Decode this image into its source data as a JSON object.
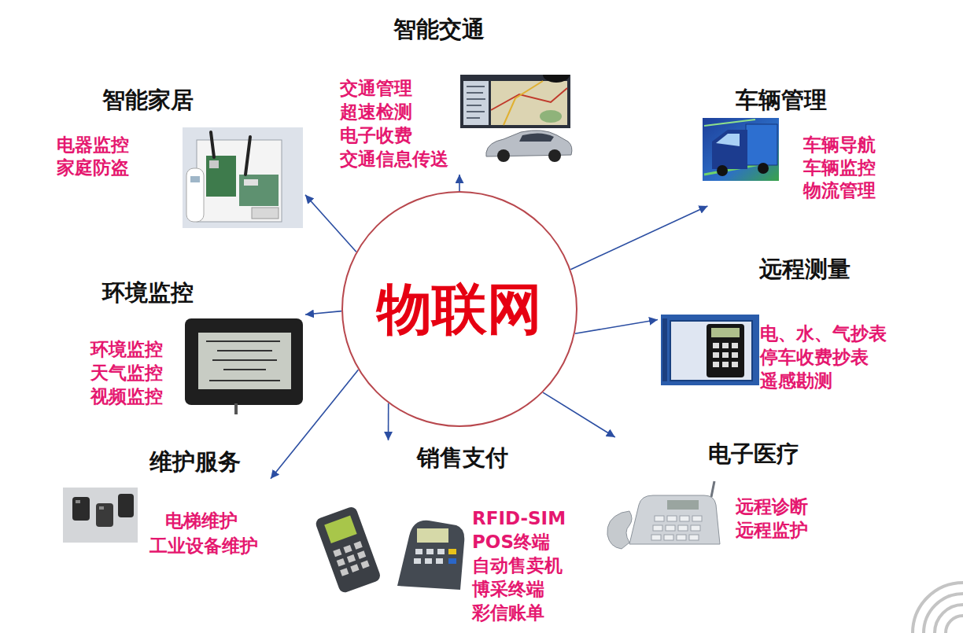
{
  "diagram": {
    "nodes": [
      {
        "text": [
          "智能交通",
          "交通管理",
          "超速检测",
          "电子收费",
          "交通信息传送"
        ]
      },
      {
        "text": [
          "智能家居",
          "电器监控",
          "家庭防盗"
        ]
      },
      {
        "text": [
          "车辆管理",
          "车辆导航",
          "车辆监控",
          "物流管理"
        ]
      },
      {
        "text": [
          "物联网"
        ]
      },
      {
        "text": [
          "环境监控",
          "环境监控",
          "天气监控",
          "视频监控"
        ]
      },
      {
        "text": [
          "远程测量",
          "电、水、气抄表",
          "停车收费抄表",
          "遥感勘测"
        ]
      },
      {
        "text": [
          "维护服务",
          "电梯维护",
          "工业设备维护"
        ]
      },
      {
        "text": [
          "销售支付",
          "RFID-SIM",
          "POS终端",
          "自动售卖机",
          "博采终端",
          "彩信账单"
        ]
      },
      {
        "text": [
          "电子医疗",
          "远程诊断",
          "远程监护"
        ]
      }
    ],
    "edges": [
      {
        "from": 3,
        "to": 0,
        "arrow": "to"
      },
      {
        "from": 3,
        "to": 1,
        "arrow": "to"
      },
      {
        "from": 3,
        "to": 2,
        "arrow": "to"
      },
      {
        "from": 3,
        "to": 4,
        "arrow": "to"
      },
      {
        "from": 3,
        "to": 5,
        "arrow": "to"
      },
      {
        "from": 3,
        "to": 6,
        "arrow": "to"
      },
      {
        "from": 3,
        "to": 7,
        "arrow": "to"
      },
      {
        "from": 3,
        "to": 8,
        "arrow": "to"
      }
    ]
  }
}
